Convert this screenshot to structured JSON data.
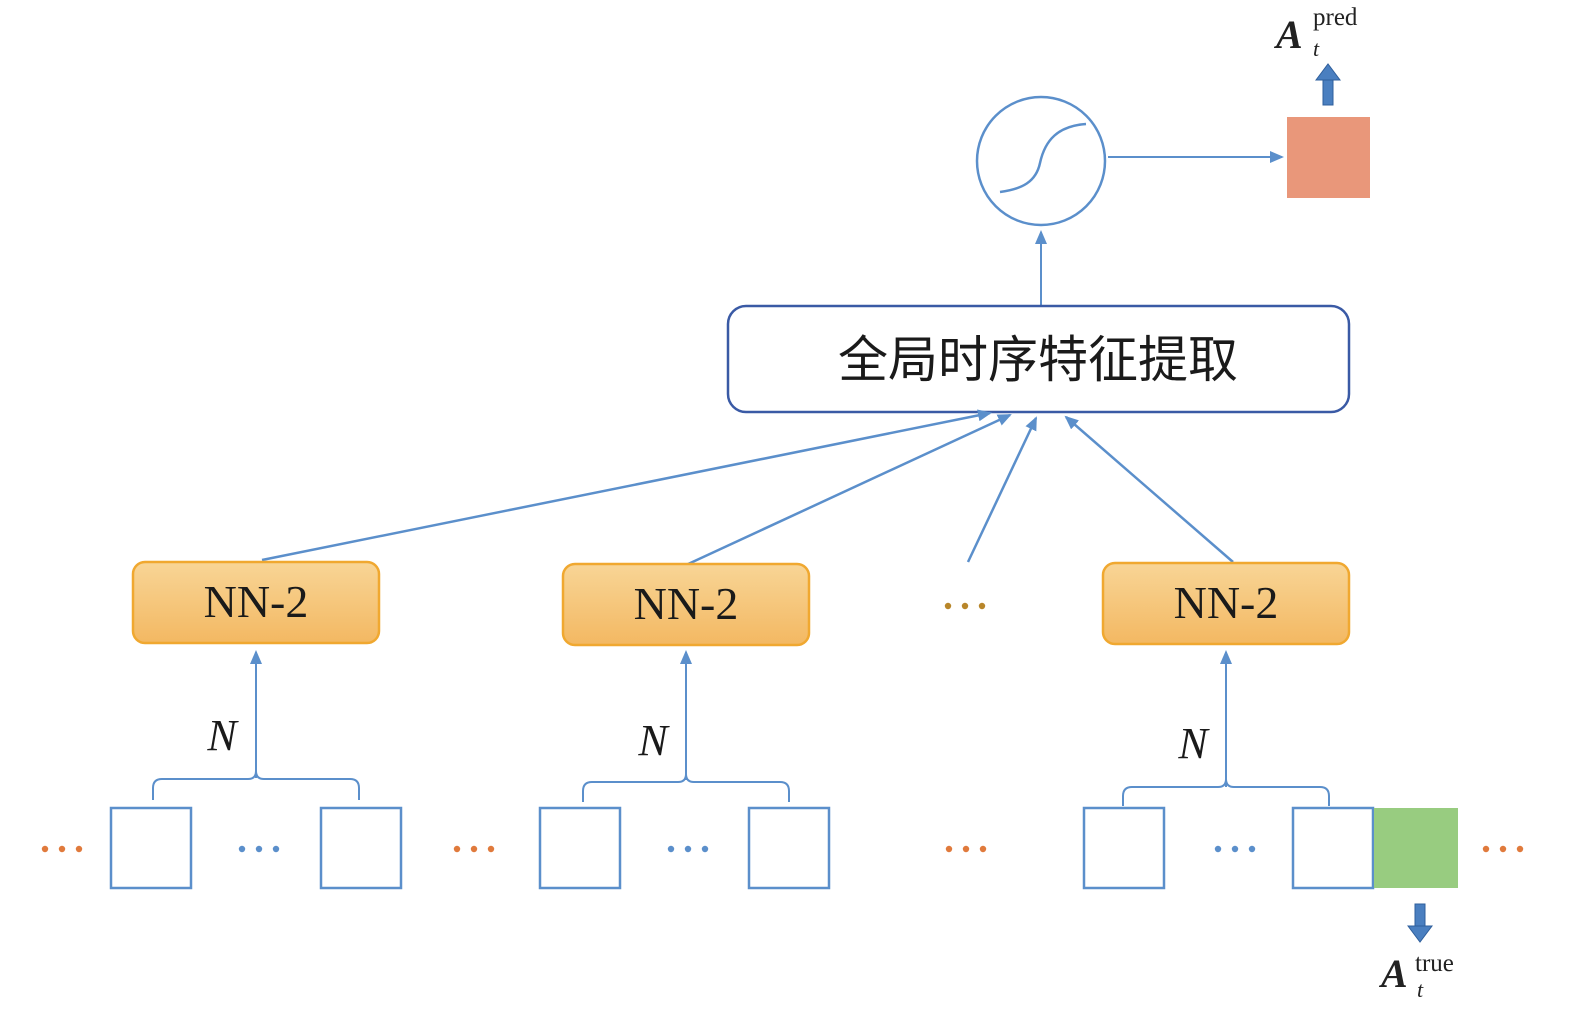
{
  "global_block": {
    "label": "全局时序特征提取"
  },
  "nn_blocks": [
    {
      "label": "NN-2"
    },
    {
      "label": "NN-2"
    },
    {
      "label": "NN-2"
    }
  ],
  "group_label": "N",
  "ellipsis": "···",
  "output": {
    "pred_main": "A",
    "pred_sub": "t",
    "pred_sup": "pred",
    "true_main": "A",
    "true_sub": "t",
    "true_sup": "true"
  },
  "colors": {
    "line_blue": "#5b8fcb",
    "box_blue": "#3a5aa5",
    "nn_fill_top": "#f7d08a",
    "nn_fill_bottom": "#f3b860",
    "nn_border": "#f0a830",
    "pred_fill": "#e9977a",
    "true_fill": "#98cc80",
    "dots_orange": "#e07a3c",
    "dots_blue": "#5b8fcb",
    "dots_olive": "#b8862a",
    "arrow_fill": "#4a7fc0"
  }
}
